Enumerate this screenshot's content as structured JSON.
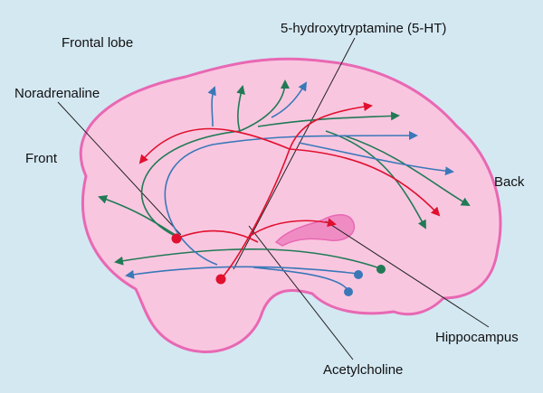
{
  "labels": {
    "frontal_lobe": "Frontal lobe",
    "noradrenaline": "Noradrenaline",
    "front": "Front",
    "serotonin": "5-hydroxytryptamine (5-HT)",
    "back": "Back",
    "hippocampus": "Hippocampus",
    "acetylcholine": "Acetylcholine"
  },
  "colors": {
    "background": "#d4e8f2",
    "brain_fill": "#f9c6e0",
    "brain_outline": "#e868b3",
    "hippocampus_fill": "#f08cc4",
    "noradrenaline_pathway": "#217a55",
    "serotonin_pathway": "#e0102e",
    "acetylcholine_pathway": "#3a78b8",
    "leader_line": "#222222"
  }
}
